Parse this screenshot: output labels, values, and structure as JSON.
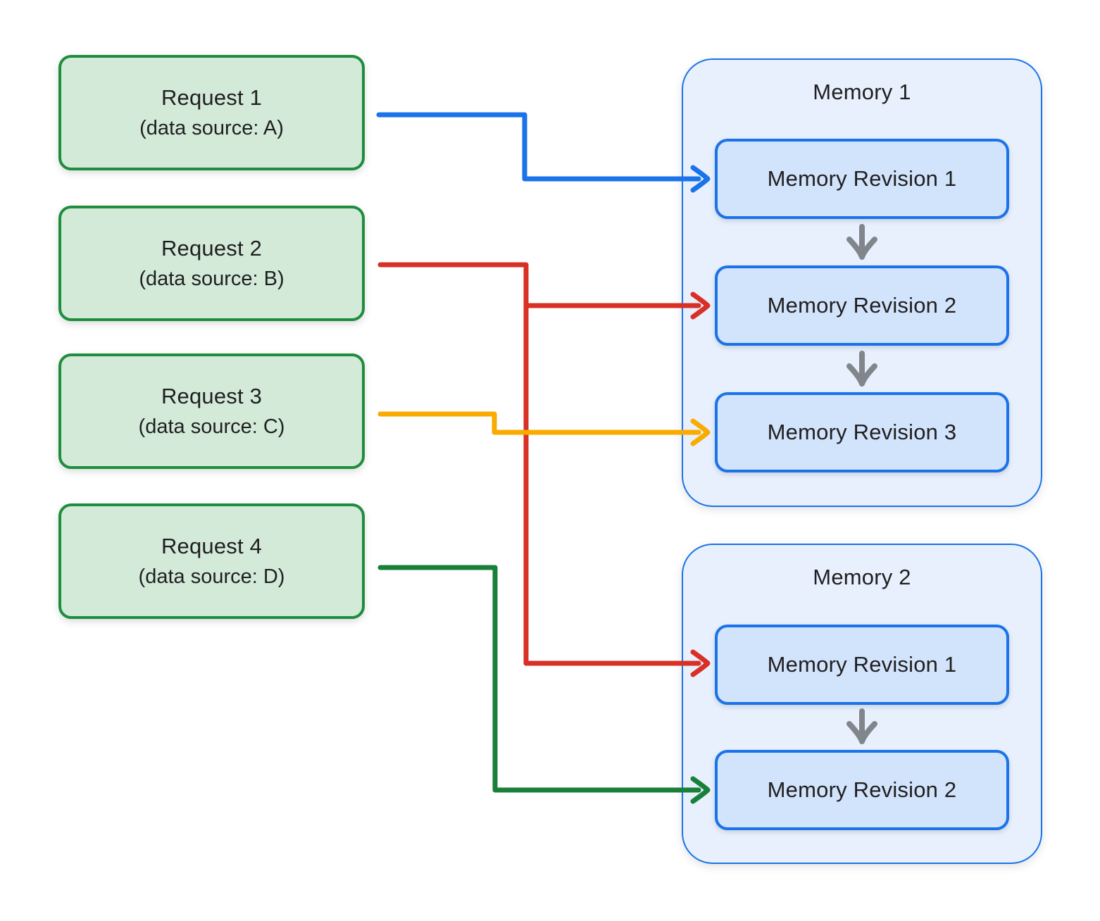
{
  "requests": [
    {
      "title": "Request 1",
      "subtitle": "(data source: A)"
    },
    {
      "title": "Request 2",
      "subtitle": "(data source: B)"
    },
    {
      "title": "Request 3",
      "subtitle": "(data source: C)"
    },
    {
      "title": "Request 4",
      "subtitle": "(data source: D)"
    }
  ],
  "memories": [
    {
      "title": "Memory 1",
      "revisions": [
        "Memory Revision 1",
        "Memory Revision 2",
        "Memory Revision 3"
      ]
    },
    {
      "title": "Memory 2",
      "revisions": [
        "Memory Revision 1",
        "Memory Revision 2"
      ]
    }
  ],
  "connections": [
    {
      "from": "Request 1",
      "to": [
        "Memory 1 / Memory Revision 1"
      ],
      "color": "#1a73e8"
    },
    {
      "from": "Request 2",
      "to": [
        "Memory 1 / Memory Revision 2",
        "Memory 2 / Memory Revision 1"
      ],
      "color": "#d93025"
    },
    {
      "from": "Request 3",
      "to": [
        "Memory 1 / Memory Revision 3"
      ],
      "color": "#f9ab00"
    },
    {
      "from": "Request 4",
      "to": [
        "Memory 2 / Memory Revision 2"
      ],
      "color": "#188038"
    }
  ],
  "colors": {
    "background": "#ffffff",
    "request_fill": "#d3ead9",
    "request_border": "#1e8e3e",
    "memory_fill": "#e8f0fe",
    "memory_border": "#1a73e8",
    "revision_fill": "#d2e3fc",
    "revision_border": "#1a73e8",
    "flow_arrow": "#80868b",
    "text": "#1f1f1f"
  }
}
